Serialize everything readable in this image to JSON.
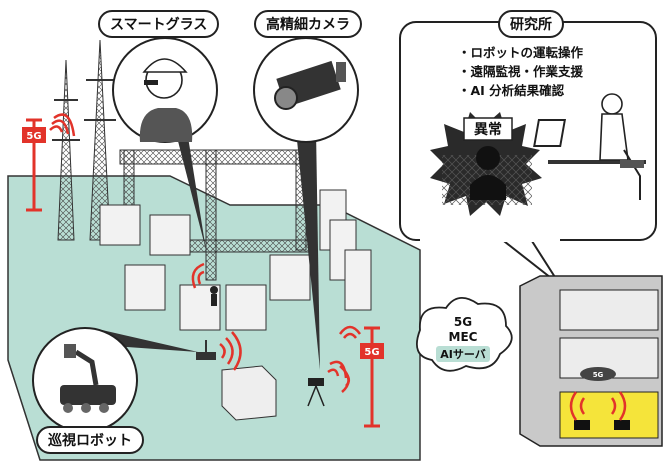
{
  "labels": {
    "smart_glasses": "スマートグラス",
    "camera": "高精細カメラ",
    "lab": "研究所",
    "robot": "巡視ロボット",
    "anomaly": "異常"
  },
  "lab_items": [
    "・ロボットの運転操作",
    "・遠隔監視・作業支援",
    "・AI 分析結果確認"
  ],
  "network": {
    "fiveg": "5G",
    "mec": "MEC",
    "ai_server": "AIサーバ"
  },
  "tower_badge": "5G",
  "pole_badge": "5G",
  "server_badge": "5G",
  "colors": {
    "ground": "#b9ded4",
    "signal": "#e2332a",
    "lab_yellow": "#f5e43a",
    "building": "#c9c9c9"
  },
  "icons": [
    "wifi-signal-icon",
    "person-icon",
    "camera-icon",
    "robot-icon"
  ]
}
